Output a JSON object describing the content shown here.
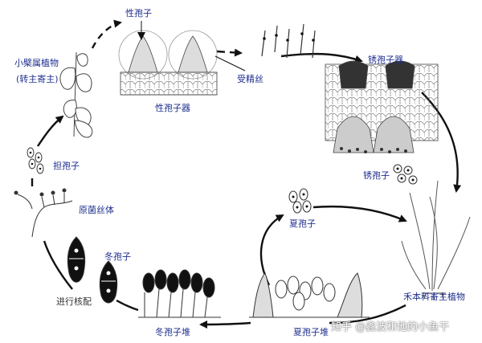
{
  "colors": {
    "label": "#1f2f8f",
    "note": "#333333",
    "arrow": "#111111",
    "tissue_stroke": "#444444",
    "spore_fill": "#111111"
  },
  "labels": {
    "sexual_spore": "性孢子",
    "alternate_host_line1": "小檗属植物",
    "alternate_host_line2": "(转主寄主)",
    "receptive_hyphae": "受精丝",
    "spermogonium": "性孢子器",
    "aecium": "锈孢子器",
    "aeciospore": "锈孢子",
    "basidiospore": "担孢子",
    "promycelium": "原菌丝体",
    "teliospore": "冬孢子",
    "karyogamy": "进行核配",
    "telium": "冬孢子堆",
    "urediniospore": "夏孢子",
    "uredinium": "夏孢子堆",
    "grass_host": "禾本科寄主植物"
  },
  "watermark": "知乎 @鑫波和他的小鱼干"
}
